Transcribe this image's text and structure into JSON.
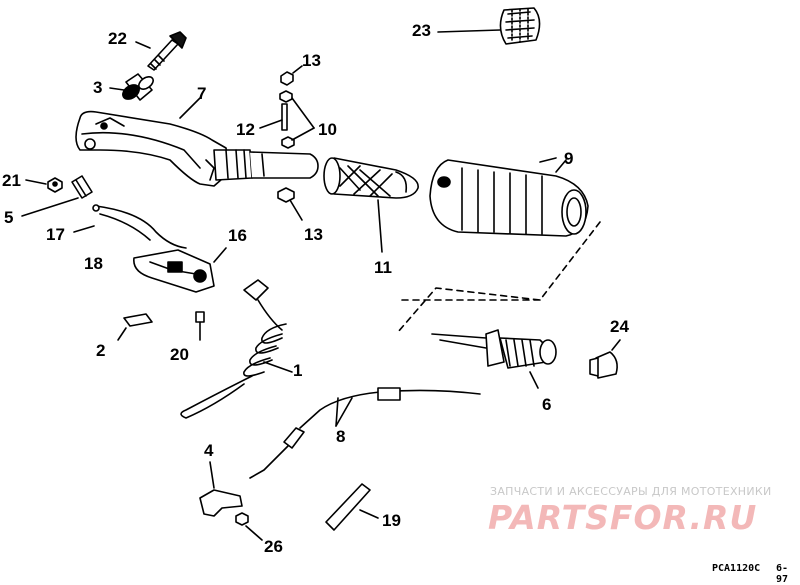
{
  "diagram": {
    "callouts": {
      "n1": "1",
      "n2": "2",
      "n3": "3",
      "n4": "4",
      "n5": "5",
      "n6": "6",
      "n7": "7",
      "n8": "8",
      "n9": "9",
      "n10": "10",
      "n11": "11",
      "n12": "12",
      "n13a": "13",
      "n13b": "13",
      "n16": "16",
      "n17": "17",
      "n18": "18",
      "n19": "19",
      "n20": "20",
      "n21": "21",
      "n22": "22",
      "n23": "23",
      "n24": "24",
      "n26": "26"
    },
    "watermark": {
      "tagline": "ЗАПЧАСТИ И АКСЕССУАРЫ ДЛЯ МОТОТЕХНИКИ",
      "logo": "PARTSFOR.RU"
    },
    "drawing_code": "PCA1120C",
    "date_code": "6-97"
  }
}
